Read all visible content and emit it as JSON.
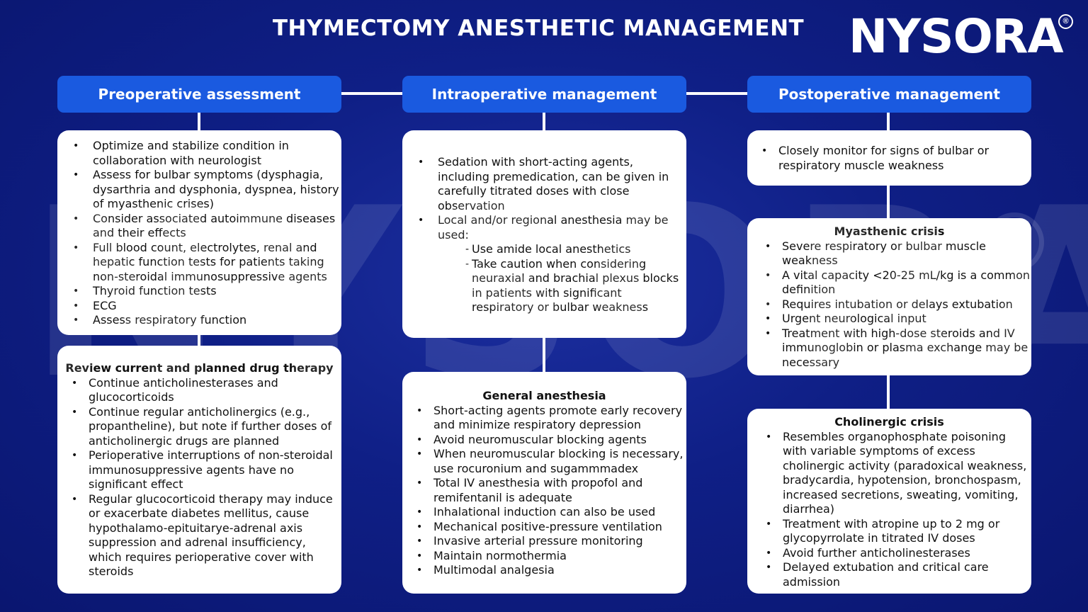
{
  "page": {
    "title": "THYMECTOMY ANESTHETIC MANAGEMENT",
    "logo": "NYSORA",
    "logo_mark": "®",
    "watermark": "NYSORA",
    "watermark_mark": "C"
  },
  "colors": {
    "background": "#0f1f86",
    "header": "#1a5ae0",
    "box": "#ffffff",
    "text": "#111111"
  },
  "columns": [
    {
      "header": "Preoperative assessment"
    },
    {
      "header": "Intraoperative management"
    },
    {
      "header": "Postoperative management"
    }
  ],
  "preop": {
    "assessment": [
      "Optimize and stabilize condition in collaboration with neurologist",
      "Assess for bulbar symptoms (dysphagia, dysarthria and dysphonia, dyspnea, history of myasthenic crises)",
      "Consider associated autoimmune diseases and their effects",
      "Full blood count, electrolytes, renal and hepatic function tests for patients taking non-steroidal immunosuppressive agents",
      "Thyroid function tests",
      "ECG",
      "Assess respiratory function"
    ],
    "drug_title": "Review current and planned drug therapy",
    "drug_items": [
      "Continue anticholinesterases and glucocorticoids",
      "Continue regular anticholinergics (e.g., propantheline), but note if further doses of anticholinergic drugs are planned",
      "Perioperative interruptions of non-steroidal immunosuppressive agents have no significant effect",
      "Regular glucocorticoid therapy may induce or exacerbate diabetes mellitus, cause hypothalamo-epituitarye-adrenal axis suppression and adrenal insufficiency, which requires perioperative cover with steroids"
    ]
  },
  "intraop": {
    "sedation": "Sedation with short-acting agents, including premedication, can be given in carefully titrated doses with close observation",
    "local": "Local and/or regional anesthesia may be used:",
    "local_sub": [
      "Use amide local anesthetics",
      "Take caution when considering neuraxial and brachial plexus blocks in patients with significant respiratory or bulbar weakness"
    ],
    "ga_title": "General anesthesia",
    "ga_items": [
      "Short-acting agents promote early recovery and minimize respiratory depression",
      "Avoid neuromuscular blocking agents",
      "When neuromuscular blocking is necessary, use rocuronium and sugammmadex",
      "Total IV anesthesia with propofol and remifentanil is adequate",
      "Inhalational induction can also be used",
      "Mechanical positive-pressure ventilation",
      "Invasive arterial pressure monitoring",
      "Maintain normothermia",
      "Multimodal analgesia"
    ]
  },
  "postop": {
    "monitor": "Closely monitor for signs of bulbar or respiratory muscle weakness",
    "mc_title": "Myasthenic crisis",
    "mc_items": [
      "Severe respiratory or bulbar muscle weakness",
      "A vital capacity <20-25 mL/kg is a common definition",
      "Requires intubation or delays extubation",
      "Urgent neurological input",
      "Treatment with high-dose steroids and IV immunoglobin or plasma exchange may be necessary"
    ],
    "cc_title": "Cholinergic crisis",
    "cc_items": [
      "Resembles organophosphate poisoning with variable symptoms of excess cholinergic activity (paradoxical weakness, bradycardia, hypotension, bronchospasm, increased secretions, sweating, vomiting, diarrhea)",
      "Treatment with atropine up to 2 mg or glycopyrrolate in titrated IV doses",
      "Avoid further anticholinesterases",
      "Delayed extubation and critical care admission"
    ]
  }
}
